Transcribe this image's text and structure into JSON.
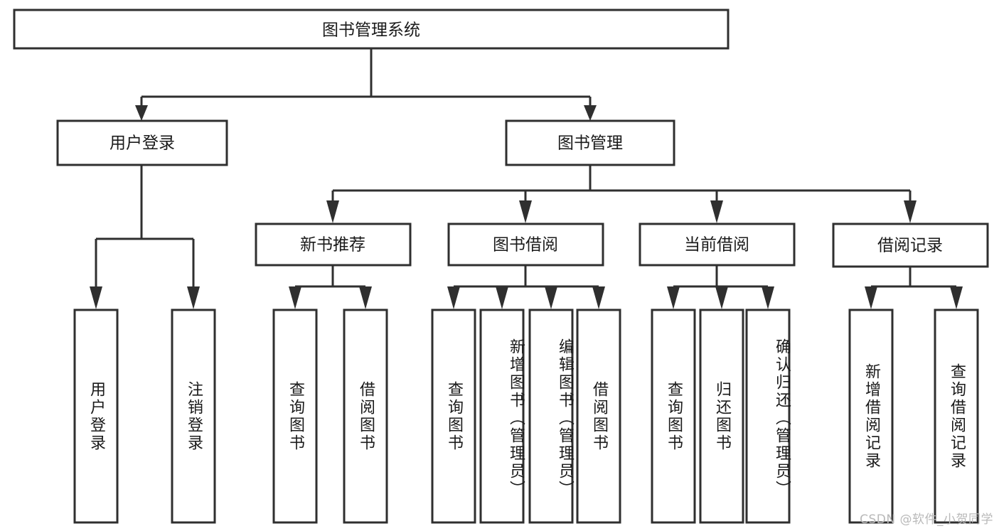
{
  "diagram": {
    "type": "hierarchy-tree",
    "title": "图书管理系统",
    "root": {
      "id": "root",
      "label": "图书管理系统"
    },
    "level2": [
      {
        "id": "user-login",
        "label": "用户登录"
      },
      {
        "id": "book-manage",
        "label": "图书管理"
      }
    ],
    "level3": [
      {
        "id": "new-book-recommend",
        "label": "新书推荐",
        "parent": "book-manage"
      },
      {
        "id": "book-borrow",
        "label": "图书借阅",
        "parent": "book-manage"
      },
      {
        "id": "current-borrow",
        "label": "当前借阅",
        "parent": "book-manage"
      },
      {
        "id": "borrow-record",
        "label": "借阅记录",
        "parent": "book-manage"
      }
    ],
    "leaves": [
      {
        "id": "leaf-user-login",
        "label": "用户登录",
        "parent": "user-login"
      },
      {
        "id": "leaf-user-logout",
        "label": "注销登录",
        "parent": "user-login"
      },
      {
        "id": "leaf-query-book-1",
        "label": "查询图书",
        "parent": "new-book-recommend"
      },
      {
        "id": "leaf-borrow-book-1",
        "label": "借阅图书",
        "parent": "new-book-recommend"
      },
      {
        "id": "leaf-query-book-2",
        "label": "查询图书",
        "parent": "book-borrow"
      },
      {
        "id": "leaf-add-book",
        "label": "新增图书（管理员）",
        "parent": "book-borrow"
      },
      {
        "id": "leaf-edit-book",
        "label": "编辑图书（管理员）",
        "parent": "book-borrow"
      },
      {
        "id": "leaf-borrow-book-2",
        "label": "借阅图书",
        "parent": "book-borrow"
      },
      {
        "id": "leaf-query-book-3",
        "label": "查询图书",
        "parent": "current-borrow"
      },
      {
        "id": "leaf-return-book",
        "label": "归还图书",
        "parent": "current-borrow"
      },
      {
        "id": "leaf-confirm-return",
        "label": "确认归还（管理员）",
        "parent": "current-borrow"
      },
      {
        "id": "leaf-add-record",
        "label": "新增借阅记录",
        "parent": "borrow-record"
      },
      {
        "id": "leaf-query-record",
        "label": "查询借阅记录",
        "parent": "borrow-record"
      }
    ],
    "colors": {
      "stroke": "#2f2f2f",
      "fill": "#ffffff",
      "text": "#1a1a1a",
      "watermark": "#b9b9b9",
      "background": "#ffffff"
    }
  },
  "watermark": {
    "text": "CSDN @软件_小贺同学"
  }
}
